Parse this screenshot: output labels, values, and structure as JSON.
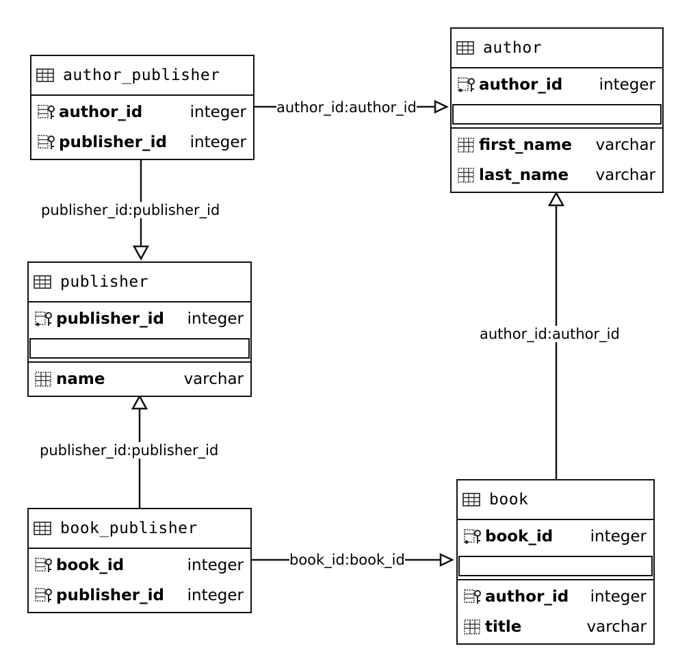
{
  "tables": {
    "author_publisher": {
      "name": "author_publisher",
      "columns": [
        {
          "name": "author_id",
          "type": "integer",
          "icon": "foreign-key-icon"
        },
        {
          "name": "publisher_id",
          "type": "integer",
          "icon": "foreign-key-icon"
        }
      ]
    },
    "author": {
      "name": "author",
      "pk": {
        "name": "author_id",
        "type": "integer",
        "icon": "primary-key-icon"
      },
      "columns": [
        {
          "name": "first_name",
          "type": "varchar",
          "icon": "column-icon"
        },
        {
          "name": "last_name",
          "type": "varchar",
          "icon": "column-icon"
        }
      ]
    },
    "publisher": {
      "name": "publisher",
      "pk": {
        "name": "publisher_id",
        "type": "integer",
        "icon": "primary-key-icon"
      },
      "columns": [
        {
          "name": "name",
          "type": "varchar",
          "icon": "column-icon"
        }
      ]
    },
    "book_publisher": {
      "name": "book_publisher",
      "columns": [
        {
          "name": "book_id",
          "type": "integer",
          "icon": "foreign-key-icon"
        },
        {
          "name": "publisher_id",
          "type": "integer",
          "icon": "foreign-key-icon"
        }
      ]
    },
    "book": {
      "name": "book",
      "pk": {
        "name": "book_id",
        "type": "integer",
        "icon": "primary-key-icon"
      },
      "columns": [
        {
          "name": "author_id",
          "type": "integer",
          "icon": "foreign-key-icon"
        },
        {
          "name": "title",
          "type": "varchar",
          "icon": "column-icon"
        }
      ]
    }
  },
  "relations": [
    {
      "label": "author_id:author_id",
      "from": "author_publisher",
      "to": "author"
    },
    {
      "label": "publisher_id:publisher_id",
      "from": "author_publisher",
      "to": "publisher"
    },
    {
      "label": "publisher_id:publisher_id",
      "from": "book_publisher",
      "to": "publisher"
    },
    {
      "label": "author_id:author_id",
      "from": "book",
      "to": "author"
    },
    {
      "label": "book_id:book_id",
      "from": "book_publisher",
      "to": "book"
    }
  ]
}
